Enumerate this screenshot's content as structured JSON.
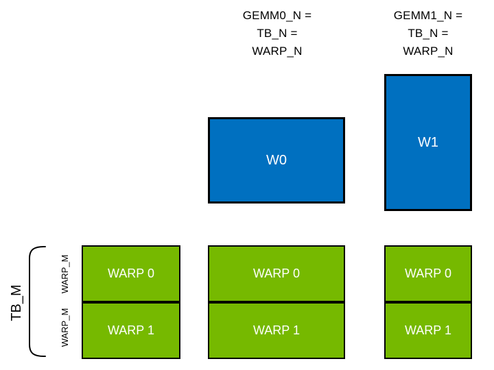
{
  "diagram": {
    "column_headers": [
      {
        "lines": "GEMM0_N =\nTB_N =\nWARP_N"
      },
      {
        "lines": "GEMM1_N =\nTB_N =\nWARP_N"
      }
    ],
    "accumulator_tiles": [
      {
        "label": "W0"
      },
      {
        "label": "W1"
      }
    ],
    "warp_groups": [
      {
        "rows": [
          "WARP 0",
          "WARP 1"
        ]
      },
      {
        "rows": [
          "WARP 0",
          "WARP 1"
        ]
      },
      {
        "rows": [
          "WARP 0",
          "WARP 1"
        ]
      }
    ],
    "left_axis": {
      "tb_label": "TB_M",
      "warp_labels": [
        "WARP_M",
        "WARP_M"
      ]
    },
    "colors": {
      "blue": "#0070C0",
      "green": "#76B900",
      "outline": "#000000",
      "label_text": "#000000",
      "tile_text": "#FFFFFF"
    }
  }
}
